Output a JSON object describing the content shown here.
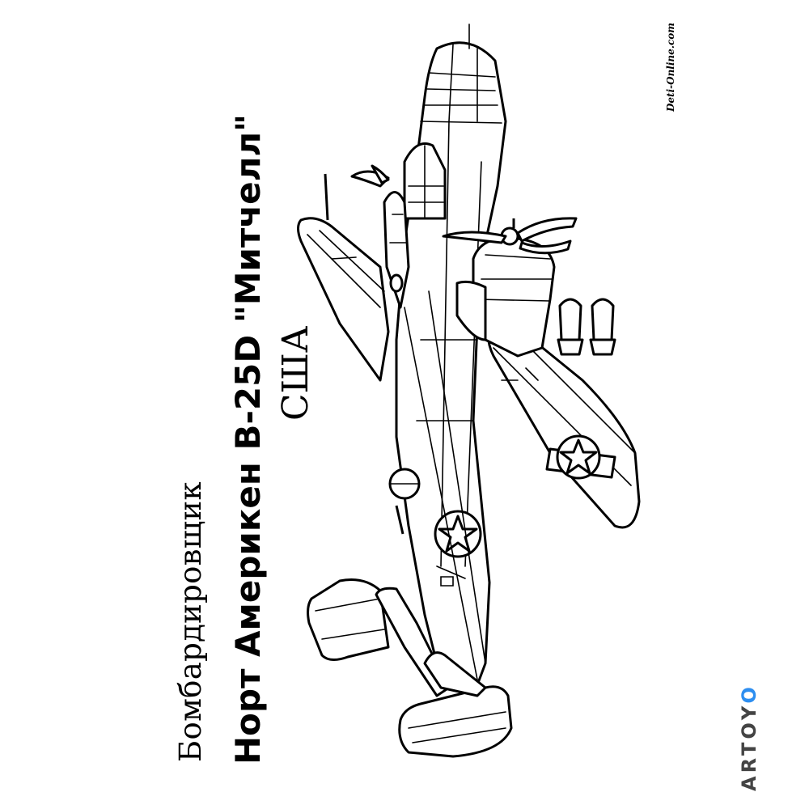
{
  "caption": {
    "type": "Бомбардировщик",
    "name": "Норт Америкен B-25D \"Митчелл\"",
    "country": "США"
  },
  "watermark": "Deti-Online.com",
  "logo": {
    "text_main": "ARTOY",
    "text_accent": "O",
    "accent_color": "#2d8ef0"
  },
  "illustration": {
    "subject": "B-25D bomber outline drawing",
    "icon": "airplane-outline-icon"
  }
}
